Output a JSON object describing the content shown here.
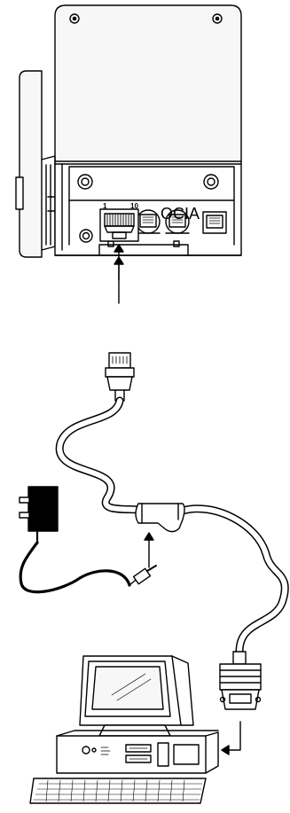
{
  "labels": {
    "port": "OCIA",
    "pin_first": "1",
    "pin_last": "10"
  },
  "colors": {
    "ink": "#000000",
    "paper": "#ffffff",
    "panel": "#f7f7f7",
    "shade": "#d8d8d8"
  }
}
